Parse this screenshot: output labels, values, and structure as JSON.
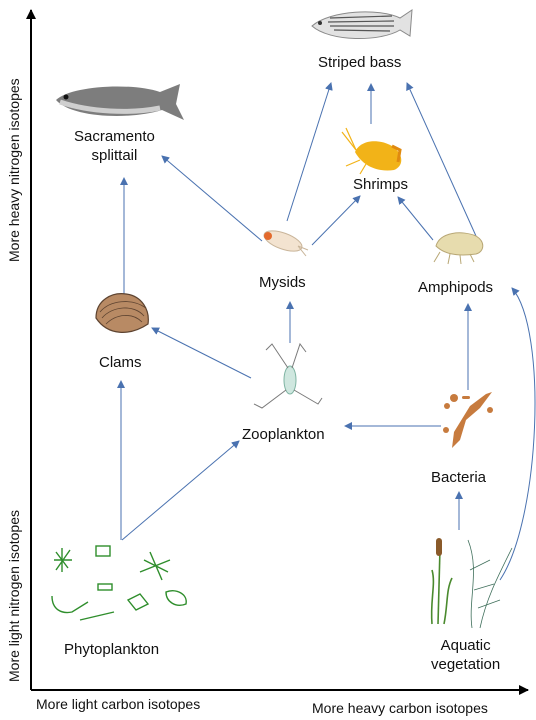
{
  "diagram": {
    "nodes": {
      "striped_bass": "Striped bass",
      "sacramento_splittail": "Sacramento\nsplittail",
      "shrimps": "Shrimps",
      "mysids": "Mysids",
      "amphipods": "Amphipods",
      "clams": "Clams",
      "zooplankton": "Zooplankton",
      "bacteria": "Bacteria",
      "phytoplankton": "Phytoplankton",
      "aquatic_vegetation": "Aquatic\nvegetation"
    },
    "edges": [
      {
        "from": "phytoplankton",
        "to": "clams"
      },
      {
        "from": "phytoplankton",
        "to": "zooplankton"
      },
      {
        "from": "clams",
        "to": "sacramento_splittail"
      },
      {
        "from": "zooplankton",
        "to": "clams"
      },
      {
        "from": "zooplankton",
        "to": "mysids"
      },
      {
        "from": "bacteria",
        "to": "zooplankton"
      },
      {
        "from": "bacteria",
        "to": "amphipods"
      },
      {
        "from": "aquatic_vegetation",
        "to": "bacteria"
      },
      {
        "from": "aquatic_vegetation",
        "to": "amphipods"
      },
      {
        "from": "mysids",
        "to": "sacramento_splittail"
      },
      {
        "from": "mysids",
        "to": "shrimps"
      },
      {
        "from": "mysids",
        "to": "striped_bass"
      },
      {
        "from": "amphipods",
        "to": "shrimps"
      },
      {
        "from": "amphipods",
        "to": "striped_bass"
      },
      {
        "from": "shrimps",
        "to": "striped_bass"
      }
    ],
    "arrow_color": "#4a72b0"
  },
  "axes": {
    "y_top": "More  heavy nitrogen isotopes",
    "y_bottom": "More  light nitrogen isotopes",
    "x_left": "More light carbon isotopes",
    "x_right": "More heavy carbon isotopes"
  },
  "icons": {
    "striped_bass": "striped-bass-icon",
    "sacramento_splittail": "splittail-fish-icon",
    "shrimps": "shrimp-icon",
    "mysids": "mysid-icon",
    "amphipods": "amphipod-icon",
    "clams": "clam-icon",
    "zooplankton": "zooplankton-icon",
    "bacteria": "bacteria-icon",
    "phytoplankton": "phytoplankton-icon",
    "aquatic_vegetation": "aquatic-vegetation-icon"
  }
}
